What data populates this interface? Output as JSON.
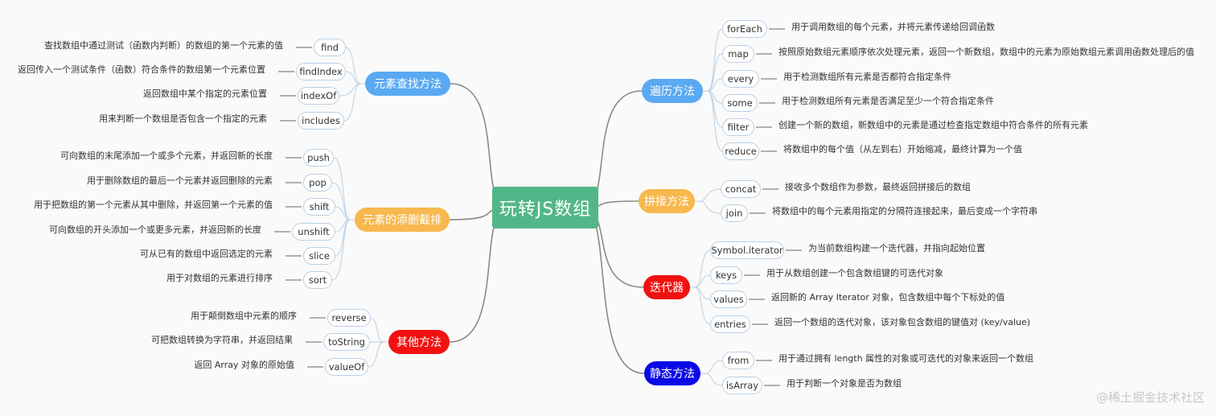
{
  "root": {
    "label": "玩转JS数组"
  },
  "categories": [
    {
      "label": "元素查找方法",
      "color": "#5aa9f2",
      "items": [
        {
          "name": "find",
          "desc": "查找数组中通过测试（函数内判断）的数组的第一个元素的值"
        },
        {
          "name": "findIndex",
          "desc": "返回传入一个测试条件（函数）符合条件的数组第一个元素位置"
        },
        {
          "name": "indexOf",
          "desc": "返回数组中某个指定的元素位置"
        },
        {
          "name": "includes",
          "desc": "用来判断一个数组是否包含一个指定的元素"
        }
      ]
    },
    {
      "label": "元素的添删截排",
      "color": "#f7b84e",
      "items": [
        {
          "name": "push",
          "desc": "可向数组的末尾添加一个或多个元素，并返回新的长度"
        },
        {
          "name": "pop",
          "desc": "用于删除数组的最后一个元素并返回删除的元素"
        },
        {
          "name": "shift",
          "desc": "用于把数组的第一个元素从其中删除，并返回第一个元素的值"
        },
        {
          "name": "unshift",
          "desc": "可向数组的开头添加一个或更多元素，并返回新的长度"
        },
        {
          "name": "slice",
          "desc": "可从已有的数组中返回选定的元素"
        },
        {
          "name": "sort",
          "desc": "用于对数组的元素进行排序"
        }
      ]
    },
    {
      "label": "其他方法",
      "color": "#f21111",
      "items": [
        {
          "name": "reverse",
          "desc": "用于颠倒数组中元素的顺序"
        },
        {
          "name": "toString",
          "desc": "可把数组转换为字符串，并返回结果"
        },
        {
          "name": "valueOf",
          "desc": "返回 Array 对象的原始值"
        }
      ]
    },
    {
      "label": "遍历方法",
      "color": "#5aa9f2",
      "items": [
        {
          "name": "forEach",
          "desc": "用于调用数组的每个元素，并将元素传递给回调函数"
        },
        {
          "name": "map",
          "desc": "按照原始数组元素顺序依次处理元素，返回一个新数组，数组中的元素为原始数组元素调用函数处理后的值"
        },
        {
          "name": "every",
          "desc": "用于检测数组所有元素是否都符合指定条件"
        },
        {
          "name": "some",
          "desc": "用于检测数组所有元素是否满足至少一个符合指定条件"
        },
        {
          "name": "filter",
          "desc": "创建一个新的数组，新数组中的元素是通过检查指定数组中符合条件的所有元素"
        },
        {
          "name": "reduce",
          "desc": "将数组中的每个值（从左到右）开始缩减，最终计算为一个值"
        }
      ]
    },
    {
      "label": "拼接方法",
      "color": "#f7b84e",
      "items": [
        {
          "name": "concat",
          "desc": "接收多个数组作为参数，最终返回拼接后的数组"
        },
        {
          "name": "join",
          "desc": "将数组中的每个元素用指定的分隔符连接起来，最后变成一个字符串"
        }
      ]
    },
    {
      "label": "迭代器",
      "color": "#f21111",
      "items": [
        {
          "name": "Symbol.iterator",
          "desc": "为当前数组构建一个迭代器，并指向起始位置"
        },
        {
          "name": "keys",
          "desc": "用于从数组创建一个包含数组键的可迭代对象"
        },
        {
          "name": "values",
          "desc": "返回新的 Array Iterator 对象，包含数组中每个下标处的值"
        },
        {
          "name": "entries",
          "desc": "返回一个数组的迭代对象，该对象包含数组的键值对 (key/value)"
        }
      ]
    },
    {
      "label": "静态方法",
      "color": "#0a0ae6",
      "items": [
        {
          "name": "from",
          "desc": "用于通过拥有 length 属性的对象或可迭代的对象来返回一个数组"
        },
        {
          "name": "isArray",
          "desc": "用于判断一个对象是否为数组"
        }
      ]
    }
  ],
  "watermark": "@稀土掘金技术社区"
}
